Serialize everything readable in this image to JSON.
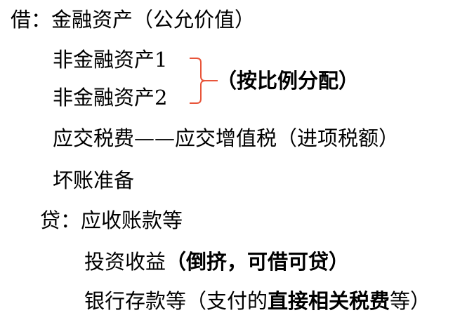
{
  "entry": {
    "debit": {
      "label": "借：",
      "main_account": "金融资产（公允价值）",
      "accounts": [
        "非金融资产1",
        "非金融资产2",
        "应交税费——应交增值税（进项税额）",
        "坏账准备"
      ],
      "allocation_note": "（按比例分配）",
      "brace_color": "#e8553a"
    },
    "credit": {
      "label": "贷：",
      "main_account": "应收账款等",
      "accounts": [
        {
          "name": "投资收益",
          "note": "（倒挤，可借可贷）"
        },
        {
          "name": "银行存款等",
          "note_prefix": "（支付的",
          "note_bold": "直接相关税费",
          "note_suffix": "等）"
        }
      ]
    }
  }
}
